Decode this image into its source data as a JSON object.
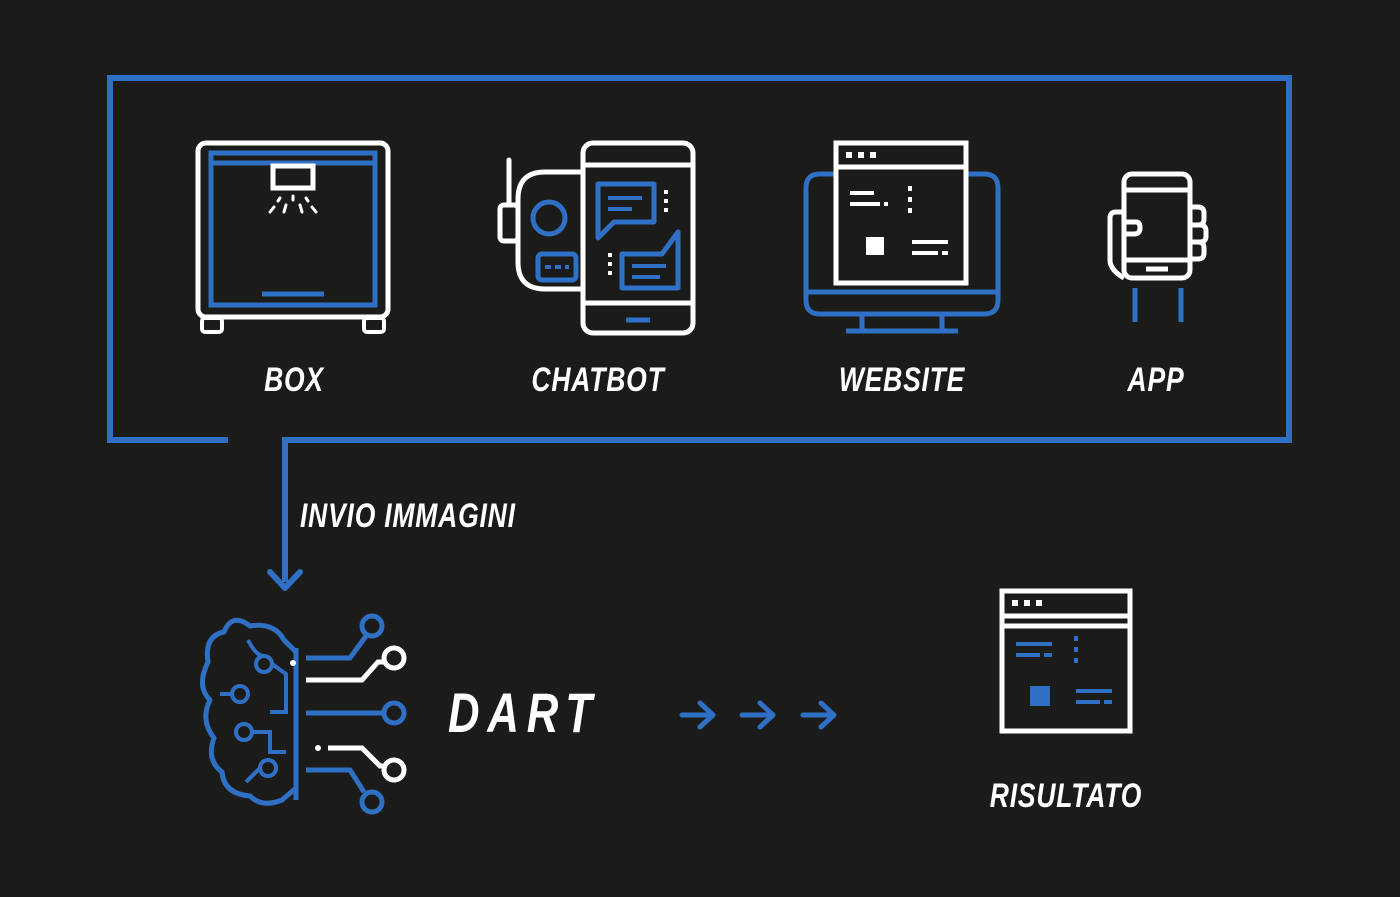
{
  "colors": {
    "background": "#1b1c1a",
    "accent": "#2f6fc4",
    "line": "#ffffff"
  },
  "devices": [
    {
      "label": "BOX",
      "icon": "box-3d-printer-icon"
    },
    {
      "label": "CHATBOT",
      "icon": "chatbot-robot-phone-icon"
    },
    {
      "label": "WEBSITE",
      "icon": "website-monitor-icon"
    },
    {
      "label": "APP",
      "icon": "hand-holding-phone-icon"
    }
  ],
  "flow": {
    "upload_label": "INVIO IMMAGINI",
    "engine_label": "DART",
    "engine_icon": "brain-circuit-icon",
    "result_label": "RISULTATO",
    "result_icon": "result-window-icon",
    "arrow_icon": "arrow-right-icon"
  }
}
